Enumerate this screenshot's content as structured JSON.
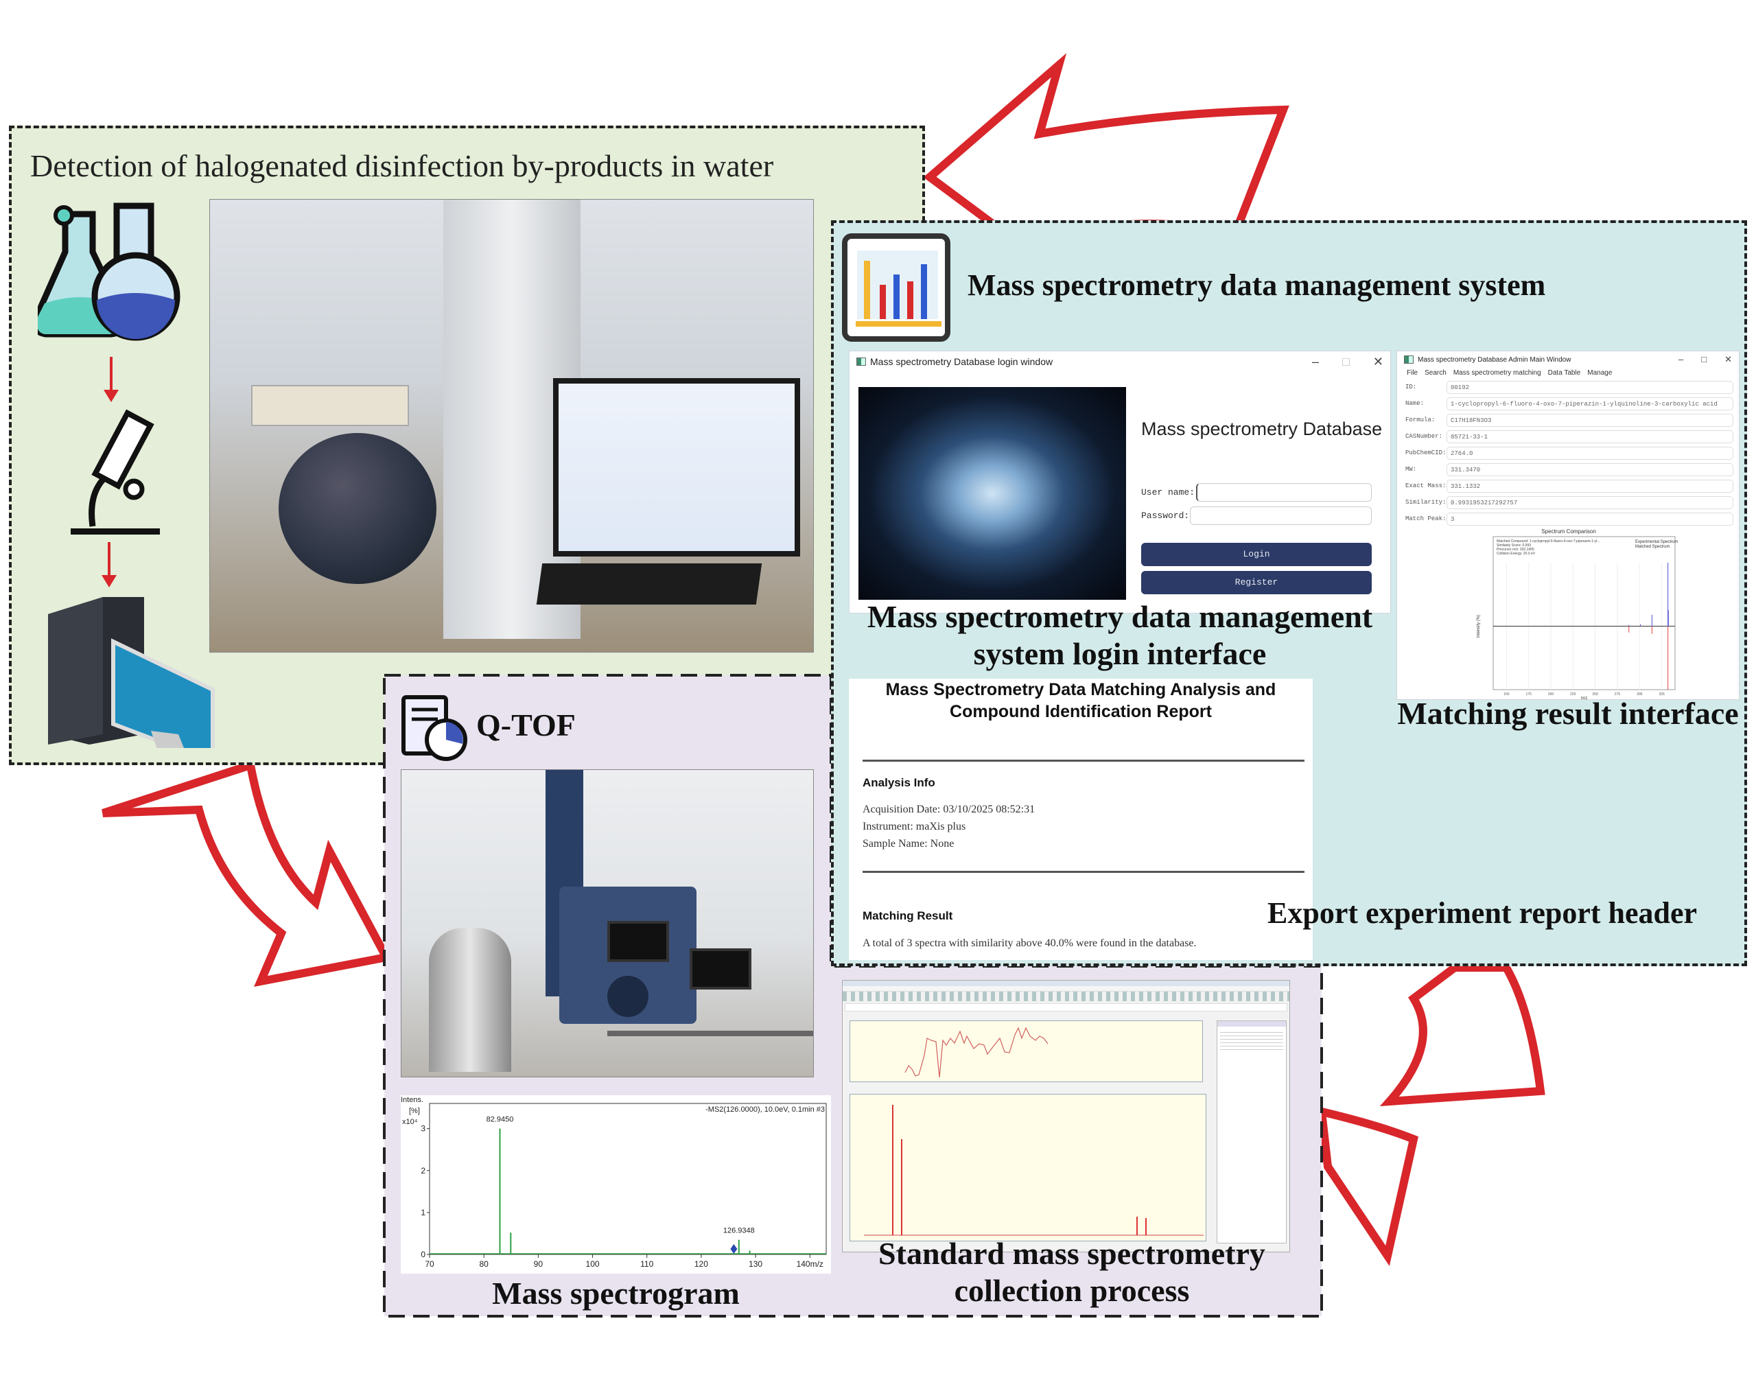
{
  "detection_panel": {
    "title": "Detection of halogenated disinfection by-products in water",
    "icons": [
      "flask-icon",
      "arrow-down-icon",
      "microscope-icon",
      "arrow-down-icon",
      "computer-icon"
    ]
  },
  "system_panel": {
    "title": "Mass spectrometry data management system",
    "login_window": {
      "window_title": "Mass spectrometry Database login window",
      "heading": "Mass spectrometry Database",
      "username_label": "User name:",
      "username_value": "",
      "password_label": "Password:",
      "password_value": "",
      "login_button": "Login",
      "register_button": "Register",
      "controls": [
        "–",
        "□",
        "✕"
      ]
    },
    "login_caption_line1": "Mass spectrometry data management",
    "login_caption_line2": "system login interface",
    "admin_window": {
      "window_title": "Mass spectrometry Database Admin Main Window",
      "menu": [
        "File",
        "Search",
        "Mass spectrometry matching",
        "Data Table",
        "Manage"
      ],
      "fields": [
        {
          "label": "ID:",
          "value": "00192"
        },
        {
          "label": "Name:",
          "value": "1-cyclopropyl-6-fluoro-4-oxo-7-piperazin-1-ylquinoline-3-carboxylic acid"
        },
        {
          "label": "Formula:",
          "value": "C17H18FN3O3"
        },
        {
          "label": "CASNumber:",
          "value": "85721-33-1"
        },
        {
          "label": "PubChemCID:",
          "value": "2764.0"
        },
        {
          "label": "MW:",
          "value": "331.3470"
        },
        {
          "label": "Exact Mass:",
          "value": "331.1332"
        },
        {
          "label": "Similarity:",
          "value": "0.9931953217292757"
        },
        {
          "label": "Match Peak:",
          "value": "3"
        }
      ],
      "chart": {
        "title": "Spectrum Comparison",
        "info": [
          "Matched Compound: 1-cyclopropyl-6-fluoro-4-oxo-7-piperazin-1-yl...",
          "Similarity Score: 0.993",
          "Precursor m/z: 332.1405",
          "Collision Energy: 20.0 eV"
        ],
        "legend": [
          "Experimental Spectrum",
          "Matched Spectrum"
        ],
        "xlabel": "m/z",
        "ylabel": "Intensity (%)",
        "xticks": [
          "150",
          "175",
          "200",
          "225",
          "250",
          "275",
          "300",
          "325"
        ],
        "experimental": [
          {
            "mz": 288,
            "i": 2
          },
          {
            "mz": 301,
            "i": 3
          },
          {
            "mz": 314,
            "i": 18
          },
          {
            "mz": 332,
            "i": 100
          },
          {
            "mz": 332.5,
            "i": 25
          }
        ],
        "matched": [
          {
            "mz": 288,
            "i": 10
          },
          {
            "mz": 314,
            "i": 12
          },
          {
            "mz": 332,
            "i": 100
          }
        ],
        "colors": {
          "experimental": "#4a4ad0",
          "matched": "#e04040"
        }
      }
    },
    "matching_caption": "Matching result interface",
    "report": {
      "title_line1": "Mass Spectrometry Data Matching Analysis and",
      "title_line2": "Compound Identification Report",
      "analysis_heading": "Analysis Info",
      "acquisition_date": "Acquisition Date: 03/10/2025 08:52:31",
      "instrument": "Instrument: maXis plus",
      "sample_name": "Sample Name: None",
      "matching_heading": "Matching Result",
      "matching_text": "A total of 3 spectra with similarity above 40.0% were found in the database."
    },
    "report_caption": "Export experiment report header"
  },
  "qtof_panel": {
    "title": "Q-TOF",
    "spectrogram_caption": "Mass spectrogram",
    "standard_caption_line1": "Standard mass spectrometry",
    "standard_caption_line2": "collection process"
  },
  "chart_data": {
    "type": "bar",
    "title": "-MS2(126.0000), 10.0eV, 0.1min #3",
    "ylabel_lines": [
      "Intens.",
      "[%]",
      "x10⁴"
    ],
    "xlabel": "m/z",
    "xlim": [
      70,
      143
    ],
    "ylim": [
      0,
      3.6
    ],
    "xticks": [
      70,
      80,
      90,
      100,
      110,
      120,
      130,
      140
    ],
    "yticks": [
      0,
      1,
      2,
      3
    ],
    "peaks": [
      {
        "mz": 82.945,
        "intensity": 3.0,
        "label": "82.9450"
      },
      {
        "mz": 84.0,
        "intensity": 0.02,
        "label": ""
      },
      {
        "mz": 84.94,
        "intensity": 0.52,
        "label": ""
      },
      {
        "mz": 126.9348,
        "intensity": 0.35,
        "label": "126.9348"
      },
      {
        "mz": 128.93,
        "intensity": 0.09,
        "label": ""
      }
    ],
    "precursor_mz": 126.0,
    "color": "#2ea043"
  },
  "colors": {
    "detection_bg": "#e4eed8",
    "system_bg": "#d3eaea",
    "qtof_bg": "#e9e3ef",
    "arrow": "#d8262b",
    "button": "#2b3a67"
  }
}
